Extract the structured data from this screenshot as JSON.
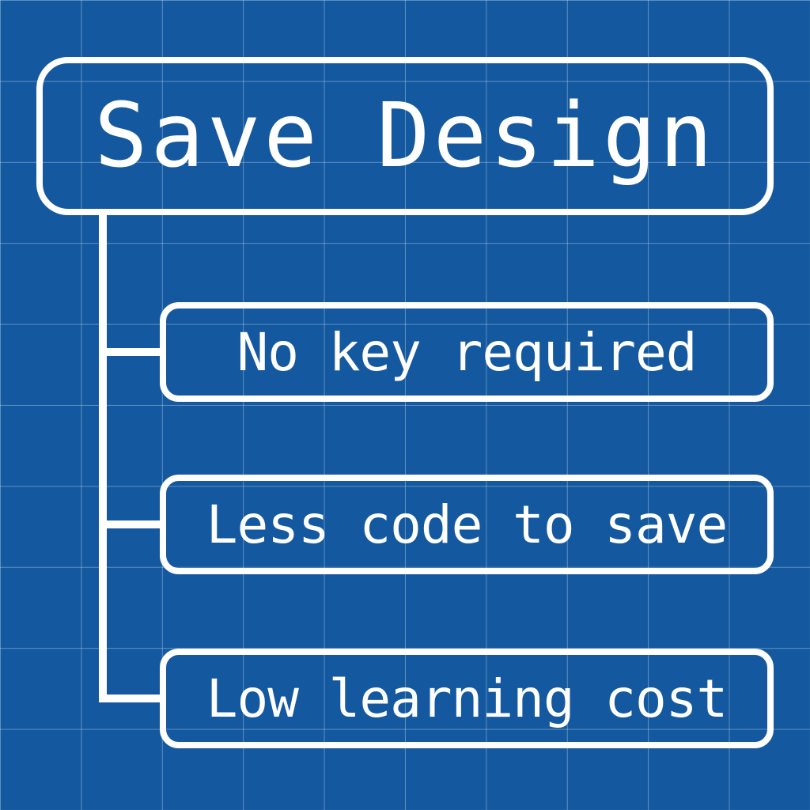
{
  "diagram": {
    "title": "Save Design",
    "items": [
      "No key required",
      "Less code to save",
      "Low learning cost"
    ]
  },
  "colors": {
    "background": "#14599f",
    "foreground": "#ffffff"
  }
}
